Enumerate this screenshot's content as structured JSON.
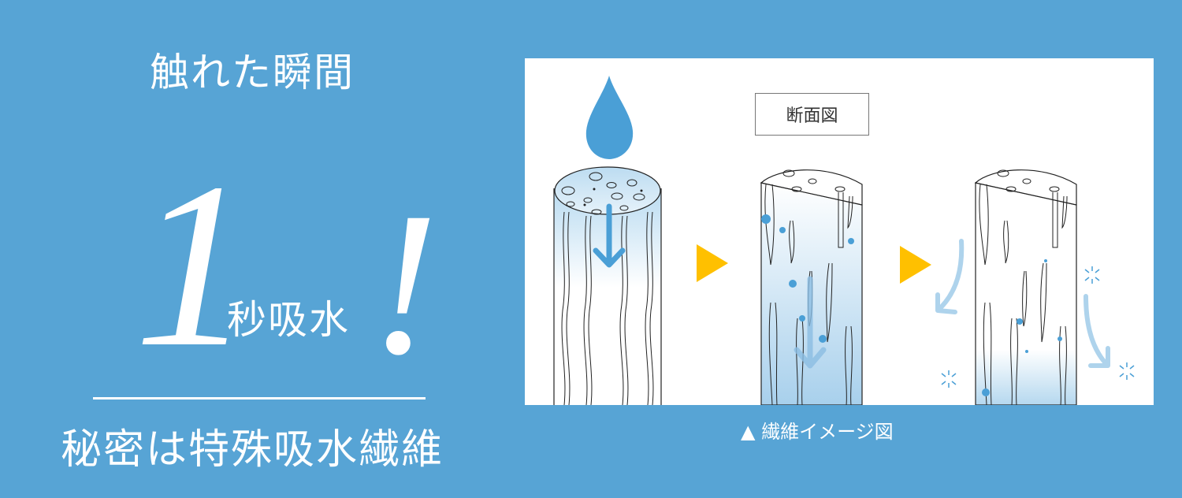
{
  "left": {
    "headline": "触れた瞬間",
    "number": "1",
    "unit_text": "秒吸水",
    "exclamation": "!",
    "secret_text": "秘密は特殊吸水繊維"
  },
  "diagram": {
    "section_label": "断面図",
    "caption": "▲ 繊維イメージ図",
    "steps": [
      "water-drop-absorption",
      "water-spread-inside",
      "water-release-dry"
    ]
  },
  "colors": {
    "background": "#57a4d5",
    "panel": "#ffffff",
    "water": "#4a9fd6",
    "light_water": "#aed3ec",
    "arrow": "#ffc000"
  }
}
